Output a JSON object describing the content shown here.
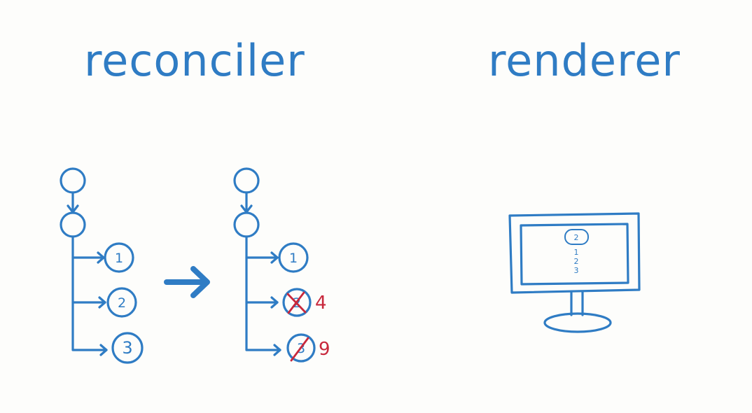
{
  "headings": {
    "reconciler": "reconciler",
    "renderer": "renderer"
  },
  "tree_before": {
    "children": [
      "1",
      "2",
      "3"
    ]
  },
  "tree_after": {
    "children": [
      "1",
      "2",
      "3"
    ],
    "replacements": [
      "4",
      "9"
    ]
  },
  "screen": {
    "header": "2",
    "items": [
      "1",
      "2",
      "3"
    ]
  },
  "colors": {
    "ink": "#2f7cc4",
    "correction": "#c8283c",
    "background": "#fdfdfb"
  }
}
